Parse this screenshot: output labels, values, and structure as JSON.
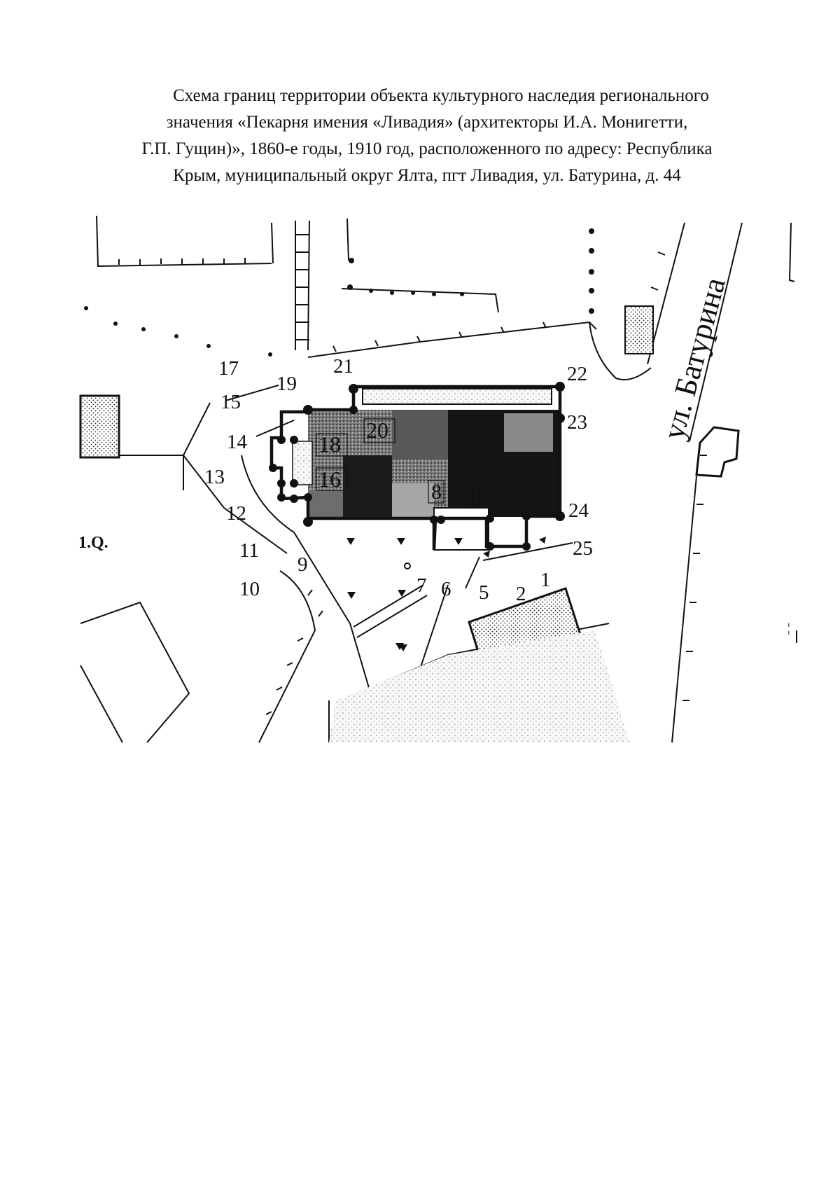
{
  "document": {
    "title_lines": [
      "Схема границ территории объекта культурного наследия регионального",
      "значения «Пекарня имения «Ливадия» (архитекторы И.А. Монигетти,",
      "Г.П. Гущин)», 1860-е годы, 1910 год, расположенного по адресу: Республика",
      "Крым, муниципальный округ Ялта, пгт Ливадия, ул. Батурина, д. 44"
    ]
  },
  "map": {
    "street_label": "ул. Батурина",
    "side_label": "1.Q.",
    "right_mark": "¦",
    "point_labels": [
      "17",
      "15",
      "19",
      "21",
      "22",
      "23",
      "14",
      "18",
      "20",
      "13",
      "16",
      "8",
      "4",
      "3",
      "24",
      "12",
      "11",
      "25",
      "9",
      "10",
      "7",
      "6",
      "5",
      "2",
      "1"
    ],
    "colors": {
      "ink": "#111111",
      "dark_fill": "#141414",
      "mid_fill": "#6a6a6a",
      "light_fill": "#b9b9b9"
    }
  }
}
